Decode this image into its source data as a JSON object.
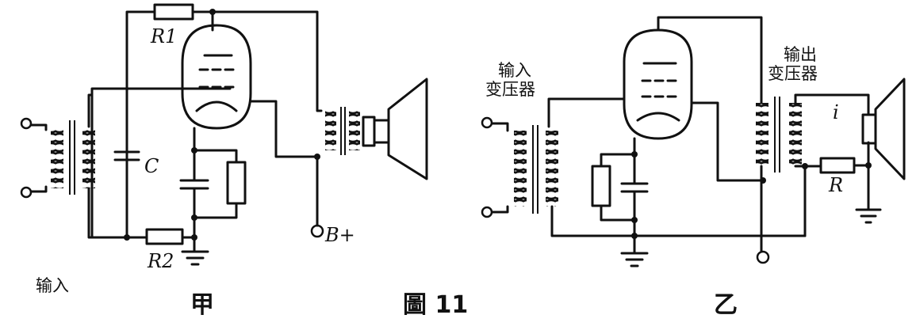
{
  "figure": {
    "caption": "圖 11"
  },
  "panel_a": {
    "tag": "甲",
    "input_label": "输入",
    "r1": "R1",
    "r2": "R2",
    "c": "C",
    "b_plus": "B+"
  },
  "panel_b": {
    "tag": "乙",
    "input_transformer": [
      "输入",
      "变压器"
    ],
    "output_transformer": [
      "输出",
      "变压器"
    ],
    "r": "R",
    "current": "i"
  },
  "colors": {
    "ink": "#111111",
    "paper": "#ffffff"
  }
}
